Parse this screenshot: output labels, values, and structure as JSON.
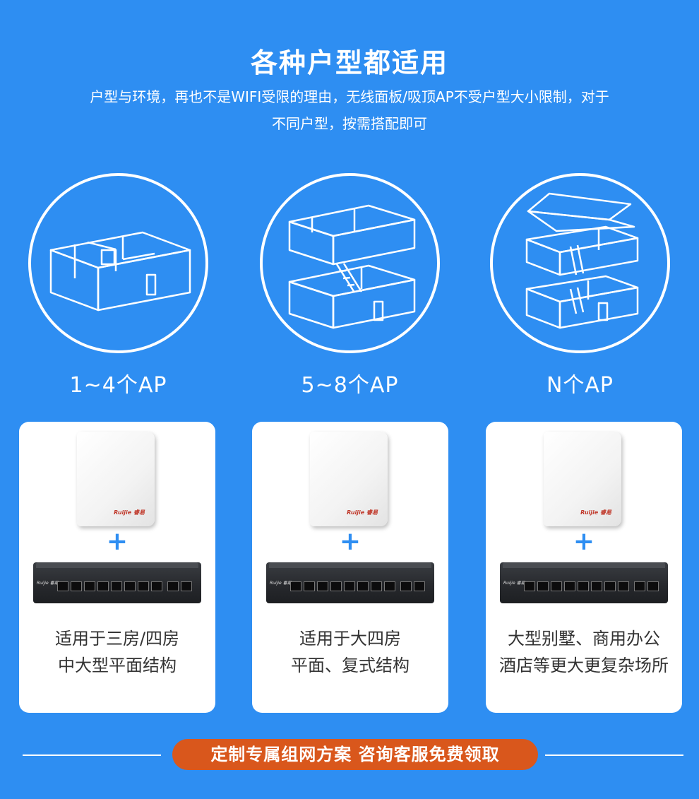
{
  "header": {
    "title": "各种户型都适用",
    "subtitle_line1": "户型与环境，再也不是WIFI受限的理由，无线面板/吸顶AP不受户型大小限制，对于",
    "subtitle_line2": "不同户型，按需搭配即可"
  },
  "tiers": [
    {
      "label": "1~4个AP",
      "icon": "single-floor-house-icon",
      "text_line1": "适用于三房/四房",
      "text_line2": "中大型平面结构"
    },
    {
      "label": "5~8个AP",
      "icon": "two-floor-house-icon",
      "text_line1": "适用于大四房",
      "text_line2": "平面、复式结构"
    },
    {
      "label": "N个AP",
      "icon": "villa-house-icon",
      "text_line1": "大型别墅、商用办公",
      "text_line2": "酒店等更大更复杂场所"
    }
  ],
  "device": {
    "brand": "Ruijie 睿易",
    "plus": "+"
  },
  "cta": {
    "label": "定制专属组网方案 咨询客服免费领取"
  },
  "colors": {
    "background": "#2e8ef2",
    "card": "#ffffff",
    "cta": "#d9571c"
  }
}
